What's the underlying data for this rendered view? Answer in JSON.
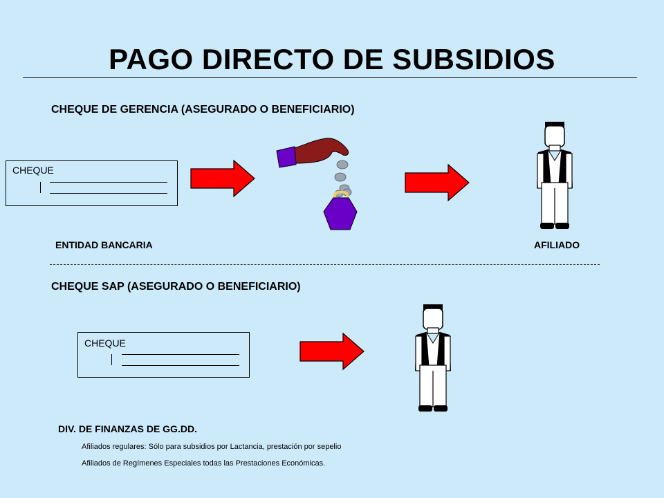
{
  "title": "PAGO DIRECTO DE SUBSIDIOS",
  "section1": {
    "heading": "CHEQUE DE GERENCIA (ASEGURADO O BENEFICIARIO)",
    "cheque_label": "CHEQUE",
    "source_label": "ENTIDAD BANCARIA",
    "target_label": "AFILIADO"
  },
  "section2": {
    "heading": "CHEQUE SAP (ASEGURADO O BENEFICIARIO)",
    "cheque_label": "CHEQUE",
    "source_label": "DIV. DE FINANZAS DE GG.DD.",
    "notes": [
      "Afiliados regulares: Sólo para  subsidios por Lactancia, prestación por sepelio",
      "Afiliados de Regímenes Especiales todas las Prestaciones Económicas."
    ]
  },
  "icons": {
    "arrow": "right-arrow-icon",
    "coin_purse": "hand-dropping-coins-into-purse-icon",
    "person": "person-icon"
  },
  "colors": {
    "background": "#cdeafb",
    "arrow_fill": "#ff0000",
    "purse": "#6a00c8",
    "hand": "#8b1a1a",
    "sleeve": "#6a00c8",
    "coin": "#9aa6b2"
  }
}
